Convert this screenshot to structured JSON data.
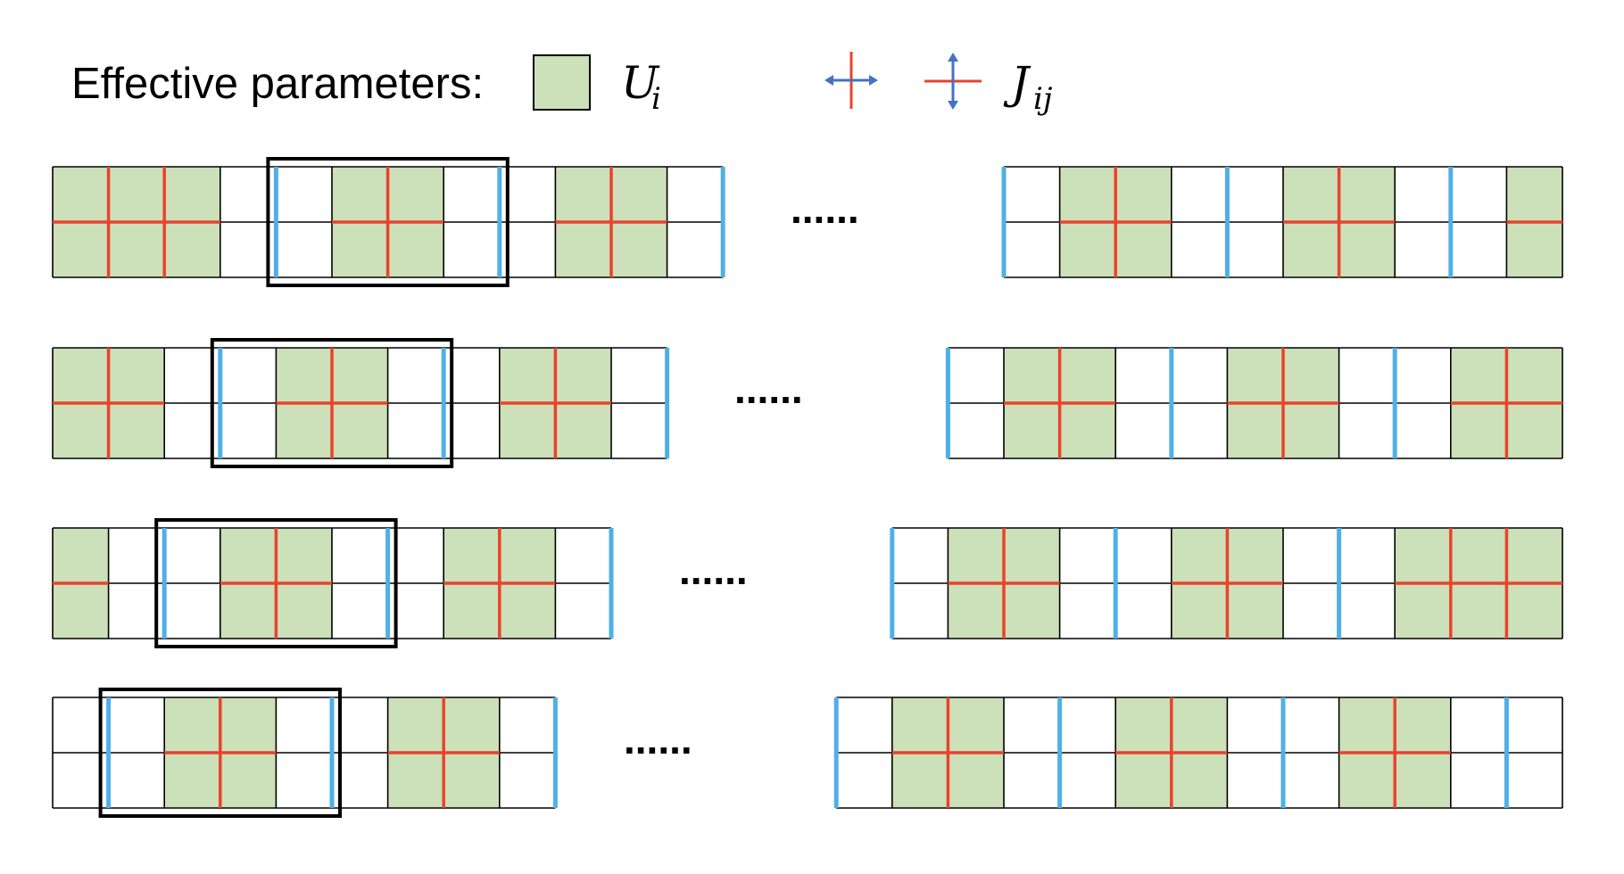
{
  "legend": {
    "title": "Effective parameters:",
    "u_symbol": "U",
    "u_subscript": "i",
    "j_symbol": "J",
    "j_subscript": "ij"
  },
  "ellipsis": "......",
  "colors": {
    "cell_fill": "#cce0b9",
    "grid_line": "#000000",
    "coupling_line": "#e8432d",
    "boundary_line": "#4fb0e6",
    "arrow": "#4472c4",
    "window_frame": "#000000"
  },
  "rows": [
    {
      "name": "row-1",
      "left_segment": {
        "columns": 12,
        "green_blocks": [
          [
            0,
            3
          ],
          [
            5,
            7
          ],
          [
            9,
            11
          ]
        ],
        "boundary_columns": [
          4,
          8,
          12
        ],
        "window_columns": [
          4,
          8
        ]
      },
      "right_segment": {
        "columns": 10,
        "green_blocks": [
          [
            1,
            3
          ],
          [
            5,
            7
          ],
          [
            9,
            10
          ]
        ],
        "boundary_columns": [
          0,
          4,
          8
        ]
      }
    },
    {
      "name": "row-2",
      "left_segment": {
        "columns": 11,
        "green_blocks": [
          [
            0,
            2
          ],
          [
            4,
            6
          ],
          [
            8,
            10
          ]
        ],
        "boundary_columns": [
          3,
          7,
          11
        ],
        "window_columns": [
          3,
          7
        ]
      },
      "right_segment": {
        "columns": 11,
        "green_blocks": [
          [
            1,
            3
          ],
          [
            5,
            7
          ],
          [
            9,
            11
          ]
        ],
        "boundary_columns": [
          0,
          4,
          8
        ]
      }
    },
    {
      "name": "row-3",
      "left_segment": {
        "columns": 10,
        "green_blocks": [
          [
            0,
            1
          ],
          [
            3,
            5
          ],
          [
            7,
            9
          ]
        ],
        "boundary_columns": [
          2,
          6,
          10
        ],
        "window_columns": [
          2,
          6
        ]
      },
      "right_segment": {
        "columns": 12,
        "green_blocks": [
          [
            1,
            3
          ],
          [
            5,
            7
          ],
          [
            9,
            12
          ]
        ],
        "boundary_columns": [
          0,
          4,
          8
        ]
      }
    },
    {
      "name": "row-4",
      "left_segment": {
        "columns": 9,
        "green_blocks": [
          [
            2,
            4
          ],
          [
            6,
            8
          ]
        ],
        "boundary_columns": [
          1,
          5,
          9
        ],
        "window_columns": [
          1,
          5
        ]
      },
      "right_segment": {
        "columns": 13,
        "green_blocks": [
          [
            1,
            3
          ],
          [
            5,
            7
          ],
          [
            9,
            11
          ]
        ],
        "boundary_columns": [
          0,
          4,
          8,
          12
        ]
      }
    }
  ]
}
